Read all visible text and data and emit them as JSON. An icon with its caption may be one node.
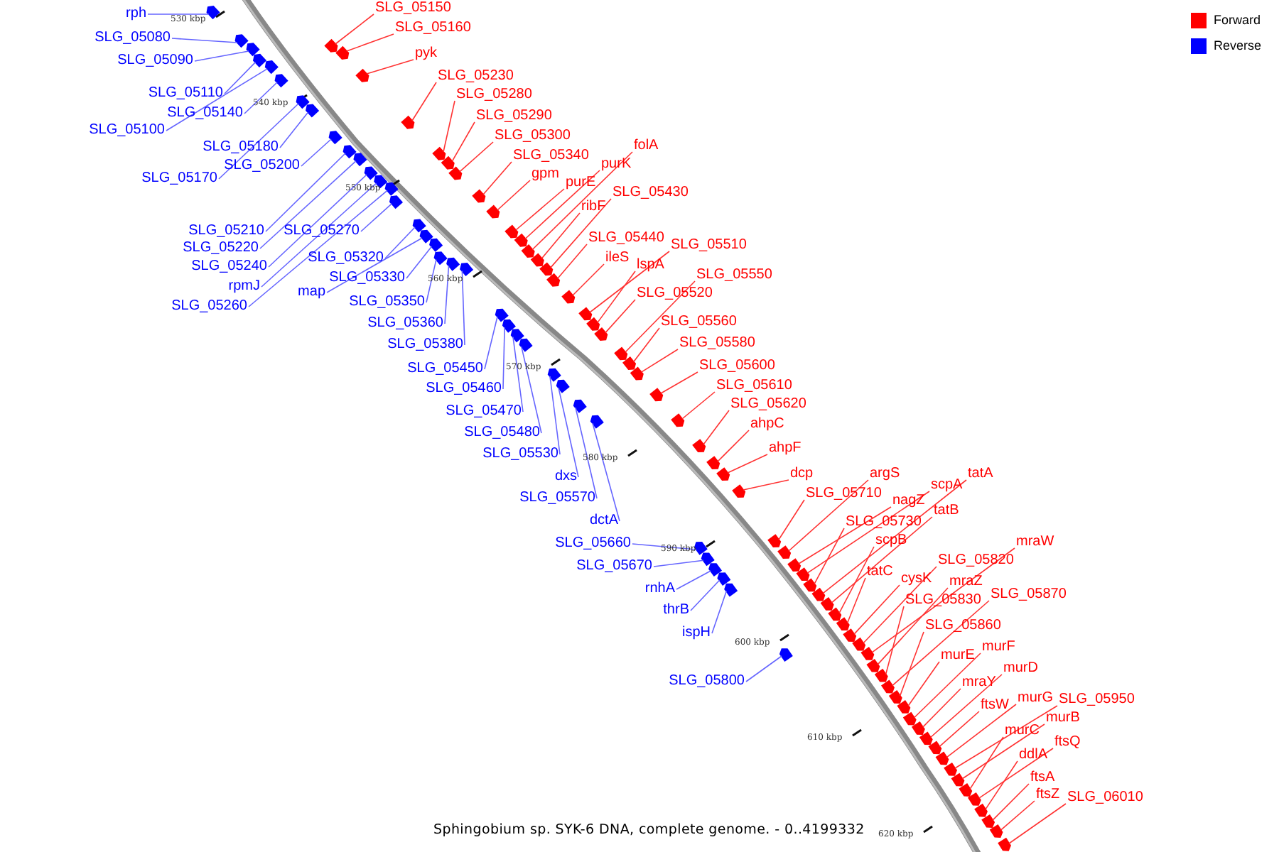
{
  "diagram": {
    "caption": "Sphingobium sp. SYK-6 DNA, complete genome. - 0..4199332",
    "nodes": [
      {
        "text": [
          "rph"
        ]
      },
      {
        "text": [
          "SLG_05080"
        ]
      },
      {
        "text": [
          "SLG_05090"
        ]
      },
      {
        "text": [
          "SLG_05110"
        ]
      },
      {
        "text": [
          "SLG_05140"
        ]
      },
      {
        "text": [
          "SLG_05100"
        ]
      },
      {
        "text": [
          "SLG_05180"
        ]
      },
      {
        "text": [
          "SLG_05200"
        ]
      },
      {
        "text": [
          "SLG_05170"
        ]
      },
      {
        "text": [
          "SLG_05210"
        ]
      },
      {
        "text": [
          "SLG_05270"
        ]
      },
      {
        "text": [
          "SLG_05220"
        ]
      },
      {
        "text": [
          "SLG_05320"
        ]
      },
      {
        "text": [
          "SLG_05240"
        ]
      },
      {
        "text": [
          "SLG_05330"
        ]
      },
      {
        "text": [
          "rpmJ"
        ]
      },
      {
        "text": [
          "map"
        ]
      },
      {
        "text": [
          "SLG_05350"
        ]
      },
      {
        "text": [
          "SLG_05260"
        ]
      },
      {
        "text": [
          "SLG_05360"
        ]
      },
      {
        "text": [
          "SLG_05380"
        ]
      },
      {
        "text": [
          "SLG_05450"
        ]
      },
      {
        "text": [
          "SLG_05460"
        ]
      },
      {
        "text": [
          "SLG_05470"
        ]
      },
      {
        "text": [
          "SLG_05480"
        ]
      },
      {
        "text": [
          "SLG_05530"
        ]
      },
      {
        "text": [
          "dxs"
        ]
      },
      {
        "text": [
          "SLG_05570"
        ]
      },
      {
        "text": [
          "dctA"
        ]
      },
      {
        "text": [
          "SLG_05660"
        ]
      },
      {
        "text": [
          "SLG_05670"
        ]
      },
      {
        "text": [
          "rnhA"
        ]
      },
      {
        "text": [
          "thrB"
        ]
      },
      {
        "text": [
          "ispH"
        ]
      },
      {
        "text": [
          "SLG_05800"
        ]
      },
      {
        "text": [
          "SLG_05150"
        ]
      },
      {
        "text": [
          "SLG_05160"
        ]
      },
      {
        "text": [
          "pyk"
        ]
      },
      {
        "text": [
          "SLG_05230"
        ]
      },
      {
        "text": [
          "SLG_05280"
        ]
      },
      {
        "text": [
          "SLG_05290"
        ]
      },
      {
        "text": [
          "SLG_05300"
        ]
      },
      {
        "text": [
          "SLG_05340"
        ]
      },
      {
        "text": [
          "gpm"
        ]
      },
      {
        "text": [
          "purE"
        ]
      },
      {
        "text": [
          "purK"
        ]
      },
      {
        "text": [
          "folA"
        ]
      },
      {
        "text": [
          "ribF"
        ]
      },
      {
        "text": [
          "SLG_05430"
        ]
      },
      {
        "text": [
          "SLG_05440"
        ]
      },
      {
        "text": [
          "ileS"
        ]
      },
      {
        "text": [
          "SLG_05510"
        ]
      },
      {
        "text": [
          "lspA"
        ]
      },
      {
        "text": [
          "SLG_05550"
        ]
      },
      {
        "text": [
          "SLG_05520"
        ]
      },
      {
        "text": [
          "SLG_05560"
        ]
      },
      {
        "text": [
          "SLG_05580"
        ]
      },
      {
        "text": [
          "SLG_05600"
        ]
      },
      {
        "text": [
          "SLG_05610"
        ]
      },
      {
        "text": [
          "SLG_05620"
        ]
      },
      {
        "text": [
          "ahpC"
        ]
      },
      {
        "text": [
          "ahpF"
        ]
      },
      {
        "text": [
          "dcp"
        ]
      },
      {
        "text": [
          "argS"
        ]
      },
      {
        "text": [
          "SLG_05710"
        ]
      },
      {
        "text": [
          "nagZ"
        ]
      },
      {
        "text": [
          "scpA"
        ]
      },
      {
        "text": [
          "tatA"
        ]
      },
      {
        "text": [
          "tatB"
        ]
      },
      {
        "text": [
          "SLG_05730"
        ]
      },
      {
        "text": [
          "scpB"
        ]
      },
      {
        "text": [
          "tatC"
        ]
      },
      {
        "text": [
          "cysK"
        ]
      },
      {
        "text": [
          "SLG_05820"
        ]
      },
      {
        "text": [
          "mraW"
        ]
      },
      {
        "text": [
          "mraZ"
        ]
      },
      {
        "text": [
          "SLG_05830"
        ]
      },
      {
        "text": [
          "SLG_05870"
        ]
      },
      {
        "text": [
          "SLG_05860"
        ]
      },
      {
        "text": [
          "murE"
        ]
      },
      {
        "text": [
          "murF"
        ]
      },
      {
        "text": [
          "mraY"
        ]
      },
      {
        "text": [
          "murD"
        ]
      },
      {
        "text": [
          "ftsW"
        ]
      },
      {
        "text": [
          "murG"
        ]
      },
      {
        "text": [
          "SLG_05950"
        ]
      },
      {
        "text": [
          "murB"
        ]
      },
      {
        "text": [
          "murC"
        ]
      },
      {
        "text": [
          "ftsQ"
        ]
      },
      {
        "text": [
          "ddlA"
        ]
      },
      {
        "text": [
          "ftsA"
        ]
      },
      {
        "text": [
          "ftsZ"
        ]
      },
      {
        "text": [
          "SLG_06010"
        ]
      },
      {
        "text": [],
        "shape": "arrow"
      },
      {
        "text": [],
        "shape": "arrow"
      },
      {
        "text": [],
        "shape": "arrow"
      },
      {
        "text": [],
        "shape": "arrow"
      },
      {
        "text": [],
        "shape": "arrow"
      },
      {
        "text": [],
        "shape": "arrow"
      },
      {
        "text": [],
        "shape": "arrow"
      },
      {
        "text": [],
        "shape": "arrow"
      },
      {
        "text": [],
        "shape": "arrow"
      },
      {
        "text": [],
        "shape": "arrow"
      },
      {
        "text": [],
        "shape": "arrow"
      },
      {
        "text": [],
        "shape": "arrow"
      },
      {
        "text": [],
        "shape": "arrow"
      },
      {
        "text": [],
        "shape": "arrow"
      },
      {
        "text": [],
        "shape": "arrow"
      },
      {
        "text": [],
        "shape": "arrow"
      },
      {
        "text": [],
        "shape": "arrow"
      },
      {
        "text": [],
        "shape": "arrow"
      },
      {
        "text": [],
        "shape": "arrow"
      },
      {
        "text": [],
        "shape": "arrow"
      },
      {
        "text": [],
        "shape": "arrow"
      },
      {
        "text": [],
        "shape": "arrow"
      },
      {
        "text": [],
        "shape": "arrow"
      },
      {
        "text": [],
        "shape": "arrow"
      },
      {
        "text": [],
        "shape": "arrow"
      },
      {
        "text": [],
        "shape": "arrow"
      },
      {
        "text": [],
        "shape": "arrow"
      },
      {
        "text": [],
        "shape": "arrow"
      },
      {
        "text": [],
        "shape": "arrow"
      },
      {
        "text": [],
        "shape": "arrow"
      },
      {
        "text": [],
        "shape": "arrow"
      },
      {
        "text": [],
        "shape": "arrow"
      },
      {
        "text": [],
        "shape": "arrow"
      },
      {
        "text": [],
        "shape": "arrow"
      },
      {
        "text": [],
        "shape": "arrow"
      },
      {
        "text": [],
        "shape": "arrow"
      },
      {
        "text": [],
        "shape": "arrow"
      },
      {
        "text": [],
        "shape": "arrow"
      },
      {
        "text": [],
        "shape": "arrow"
      },
      {
        "text": [],
        "shape": "arrow"
      },
      {
        "text": [],
        "shape": "arrow"
      },
      {
        "text": [],
        "shape": "arrow"
      },
      {
        "text": [],
        "shape": "arrow"
      },
      {
        "text": [],
        "shape": "arrow"
      },
      {
        "text": [],
        "shape": "arrow"
      },
      {
        "text": [],
        "shape": "arrow"
      },
      {
        "text": [],
        "shape": "arrow"
      },
      {
        "text": [],
        "shape": "arrow"
      },
      {
        "text": [],
        "shape": "arrow"
      },
      {
        "text": [],
        "shape": "arrow"
      },
      {
        "text": [],
        "shape": "arrow"
      },
      {
        "text": [],
        "shape": "arrow"
      },
      {
        "text": [],
        "shape": "arrow"
      },
      {
        "text": [],
        "shape": "arrow"
      },
      {
        "text": [],
        "shape": "arrow"
      },
      {
        "text": [],
        "shape": "arrow"
      },
      {
        "text": [],
        "shape": "arrow"
      },
      {
        "text": [],
        "shape": "arrow"
      },
      {
        "text": [],
        "shape": "arrow"
      },
      {
        "text": [],
        "shape": "arrow"
      },
      {
        "text": [],
        "shape": "arrow"
      },
      {
        "text": [],
        "shape": "arrow"
      },
      {
        "text": [],
        "shape": "arrow"
      },
      {
        "text": [],
        "shape": "arrow"
      },
      {
        "text": [],
        "shape": "arrow"
      },
      {
        "text": [],
        "shape": "arrow"
      },
      {
        "text": [],
        "shape": "arrow"
      },
      {
        "text": [],
        "shape": "arrow"
      },
      {
        "text": [],
        "shape": "arrow"
      },
      {
        "text": [],
        "shape": "arrow"
      },
      {
        "text": [],
        "shape": "arrow"
      },
      {
        "text": [],
        "shape": "arrow"
      },
      {
        "text": [],
        "shape": "arrow"
      },
      {
        "text": [],
        "shape": "arrow"
      },
      {
        "text": [],
        "shape": "arrow"
      },
      {
        "text": [],
        "shape": "arrow"
      },
      {
        "text": [],
        "shape": "arrow"
      },
      {
        "text": [],
        "shape": "arrow"
      },
      {
        "text": [],
        "shape": "arrow"
      },
      {
        "text": [],
        "shape": "arrow"
      },
      {
        "text": [],
        "shape": "arrow"
      },
      {
        "text": [],
        "shape": "arrow"
      },
      {
        "text": [],
        "shape": "arrow"
      },
      {
        "text": [],
        "shape": "arrow"
      },
      {
        "text": [],
        "shape": "arrow"
      },
      {
        "text": [],
        "shape": "arrow"
      },
      {
        "text": [],
        "shape": "arrow"
      },
      {
        "text": [],
        "shape": "arrow"
      },
      {
        "text": [],
        "shape": "arrow"
      },
      {
        "text": [],
        "shape": "arrow"
      },
      {
        "text": [],
        "shape": "arrow"
      },
      {
        "text": [],
        "shape": "arrow"
      },
      {
        "text": [],
        "shape": "arrow"
      }
    ],
    "edges": [
      {
        "from": 0,
        "to": 93,
        "arrow": "none",
        "color": "#6666ff"
      },
      {
        "from": 1,
        "to": 94,
        "arrow": "none",
        "color": "#6666ff"
      },
      {
        "from": 2,
        "to": 95,
        "arrow": "none",
        "color": "#6666ff"
      },
      {
        "from": 3,
        "to": 96,
        "arrow": "none",
        "color": "#6666ff"
      },
      {
        "from": 4,
        "to": 97,
        "arrow": "none",
        "color": "#6666ff"
      },
      {
        "from": 5,
        "to": 98,
        "arrow": "none",
        "color": "#6666ff"
      },
      {
        "from": 6,
        "to": 99,
        "arrow": "none",
        "color": "#6666ff"
      },
      {
        "from": 7,
        "to": 100,
        "arrow": "none",
        "color": "#6666ff"
      },
      {
        "from": 8,
        "to": 101,
        "arrow": "none",
        "color": "#6666ff"
      },
      {
        "from": 9,
        "to": 102,
        "arrow": "none",
        "color": "#6666ff"
      },
      {
        "from": 10,
        "to": 103,
        "arrow": "none",
        "color": "#6666ff"
      },
      {
        "from": 11,
        "to": 104,
        "arrow": "none",
        "color": "#6666ff"
      },
      {
        "from": 12,
        "to": 105,
        "arrow": "none",
        "color": "#6666ff"
      },
      {
        "from": 13,
        "to": 106,
        "arrow": "none",
        "color": "#6666ff"
      },
      {
        "from": 14,
        "to": 107,
        "arrow": "none",
        "color": "#6666ff"
      },
      {
        "from": 15,
        "to": 108,
        "arrow": "none",
        "color": "#6666ff"
      },
      {
        "from": 16,
        "to": 109,
        "arrow": "none",
        "color": "#6666ff"
      },
      {
        "from": 17,
        "to": 110,
        "arrow": "none",
        "color": "#6666ff"
      },
      {
        "from": 18,
        "to": 111,
        "arrow": "none",
        "color": "#6666ff"
      },
      {
        "from": 19,
        "to": 112,
        "arrow": "none",
        "color": "#6666ff"
      },
      {
        "from": 20,
        "to": 113,
        "arrow": "none",
        "color": "#6666ff"
      },
      {
        "from": 21,
        "to": 114,
        "arrow": "none",
        "color": "#6666ff"
      },
      {
        "from": 22,
        "to": 115,
        "arrow": "none",
        "color": "#6666ff"
      },
      {
        "from": 23,
        "to": 116,
        "arrow": "none",
        "color": "#6666ff"
      },
      {
        "from": 24,
        "to": 117,
        "arrow": "none",
        "color": "#6666ff"
      },
      {
        "from": 25,
        "to": 118,
        "arrow": "none",
        "color": "#6666ff"
      },
      {
        "from": 26,
        "to": 119,
        "arrow": "none",
        "color": "#6666ff"
      },
      {
        "from": 27,
        "to": 120,
        "arrow": "none",
        "color": "#6666ff"
      },
      {
        "from": 28,
        "to": 121,
        "arrow": "none",
        "color": "#6666ff"
      },
      {
        "from": 29,
        "to": 122,
        "arrow": "none",
        "color": "#6666ff"
      },
      {
        "from": 30,
        "to": 123,
        "arrow": "none",
        "color": "#6666ff"
      },
      {
        "from": 31,
        "to": 124,
        "arrow": "none",
        "color": "#6666ff"
      },
      {
        "from": 32,
        "to": 125,
        "arrow": "none",
        "color": "#6666ff"
      },
      {
        "from": 33,
        "to": 126,
        "arrow": "none",
        "color": "#6666ff"
      },
      {
        "from": 34,
        "to": 127,
        "arrow": "none",
        "color": "#6666ff"
      },
      {
        "from": 35,
        "to": 128,
        "arrow": "none"
      },
      {
        "from": 36,
        "to": 129,
        "arrow": "none"
      },
      {
        "from": 37,
        "to": 130,
        "arrow": "none"
      },
      {
        "from": 38,
        "to": 131,
        "arrow": "none"
      },
      {
        "from": 39,
        "to": 132,
        "arrow": "none"
      },
      {
        "from": 40,
        "to": 133,
        "arrow": "none"
      },
      {
        "from": 41,
        "to": 134,
        "arrow": "none"
      },
      {
        "from": 42,
        "to": 135,
        "arrow": "none"
      },
      {
        "from": 43,
        "to": 136,
        "arrow": "none"
      },
      {
        "from": 44,
        "to": 137,
        "arrow": "none"
      },
      {
        "from": 45,
        "to": 138,
        "arrow": "none"
      },
      {
        "from": 46,
        "to": 139,
        "arrow": "none"
      },
      {
        "from": 47,
        "to": 140,
        "arrow": "none"
      },
      {
        "from": 48,
        "to": 141,
        "arrow": "none"
      },
      {
        "from": 49,
        "to": 142,
        "arrow": "none"
      },
      {
        "from": 50,
        "to": 143,
        "arrow": "none"
      },
      {
        "from": 51,
        "to": 144,
        "arrow": "none"
      },
      {
        "from": 52,
        "to": 145,
        "arrow": "none"
      },
      {
        "from": 53,
        "to": 146,
        "arrow": "none"
      },
      {
        "from": 54,
        "to": 147,
        "arrow": "none"
      },
      {
        "from": 55,
        "to": 148,
        "arrow": "none"
      },
      {
        "from": 56,
        "to": 149,
        "arrow": "none"
      },
      {
        "from": 57,
        "to": 150,
        "arrow": "none"
      },
      {
        "from": 58,
        "to": 151,
        "arrow": "none"
      },
      {
        "from": 59,
        "to": 152,
        "arrow": "none"
      },
      {
        "from": 60,
        "to": 153,
        "arrow": "none"
      },
      {
        "from": 61,
        "to": 154,
        "arrow": "none"
      },
      {
        "from": 62,
        "to": 155,
        "arrow": "none"
      },
      {
        "from": 63,
        "to": 156,
        "arrow": "none"
      },
      {
        "from": 64,
        "to": 157,
        "arrow": "none"
      },
      {
        "from": 65,
        "to": 158,
        "arrow": "none"
      },
      {
        "from": 66,
        "to": 159,
        "arrow": "none"
      },
      {
        "from": 67,
        "to": 160,
        "arrow": "none"
      },
      {
        "from": 68,
        "to": 161,
        "arrow": "none"
      },
      {
        "from": 69,
        "to": 162,
        "arrow": "none"
      },
      {
        "from": 70,
        "to": 163,
        "arrow": "none"
      },
      {
        "from": 71,
        "to": 164,
        "arrow": "none"
      },
      {
        "from": 72,
        "to": 165,
        "arrow": "none"
      },
      {
        "from": 73,
        "to": 166,
        "arrow": "none"
      },
      {
        "from": 74,
        "to": 167,
        "arrow": "none"
      },
      {
        "from": 75,
        "to": 168,
        "arrow": "none"
      },
      {
        "from": 76,
        "to": 169,
        "arrow": "none"
      },
      {
        "from": 77,
        "to": 170,
        "arrow": "none"
      },
      {
        "from": 78,
        "to": 171,
        "arrow": "none"
      },
      {
        "from": 79,
        "to": 172,
        "arrow": "none"
      },
      {
        "from": 80,
        "to": 173,
        "arrow": "none"
      },
      {
        "from": 81,
        "to": 174,
        "arrow": "none"
      },
      {
        "from": 82,
        "to": 175,
        "arrow": "none"
      },
      {
        "from": 83,
        "to": 176,
        "arrow": "none"
      },
      {
        "from": 84,
        "to": 177,
        "arrow": "none"
      },
      {
        "from": 85,
        "to": 178,
        "arrow": "none"
      },
      {
        "from": 86,
        "to": 179,
        "arrow": "none"
      },
      {
        "from": 87,
        "to": 180,
        "arrow": "none"
      },
      {
        "from": 88,
        "to": 181,
        "arrow": "none"
      },
      {
        "from": 89,
        "to": 182,
        "arrow": "none"
      },
      {
        "from": 90,
        "to": 183,
        "arrow": "none"
      },
      {
        "from": 91,
        "to": 184,
        "arrow": "none"
      },
      {
        "from": 92,
        "to": 185,
        "arrow": "none"
      }
    ],
    "labels": [
      "530 kbp",
      "540 kbp",
      "550 kbp",
      "560 kbp",
      "570 kbp",
      "580 kbp",
      "590 kbp",
      "600 kbp",
      "610 kbp",
      "620 kbp"
    ],
    "legend": [
      {
        "text": "Forward",
        "color": "#ff0000"
      },
      {
        "text": "Reverse",
        "color": "#0000ff"
      }
    ]
  }
}
